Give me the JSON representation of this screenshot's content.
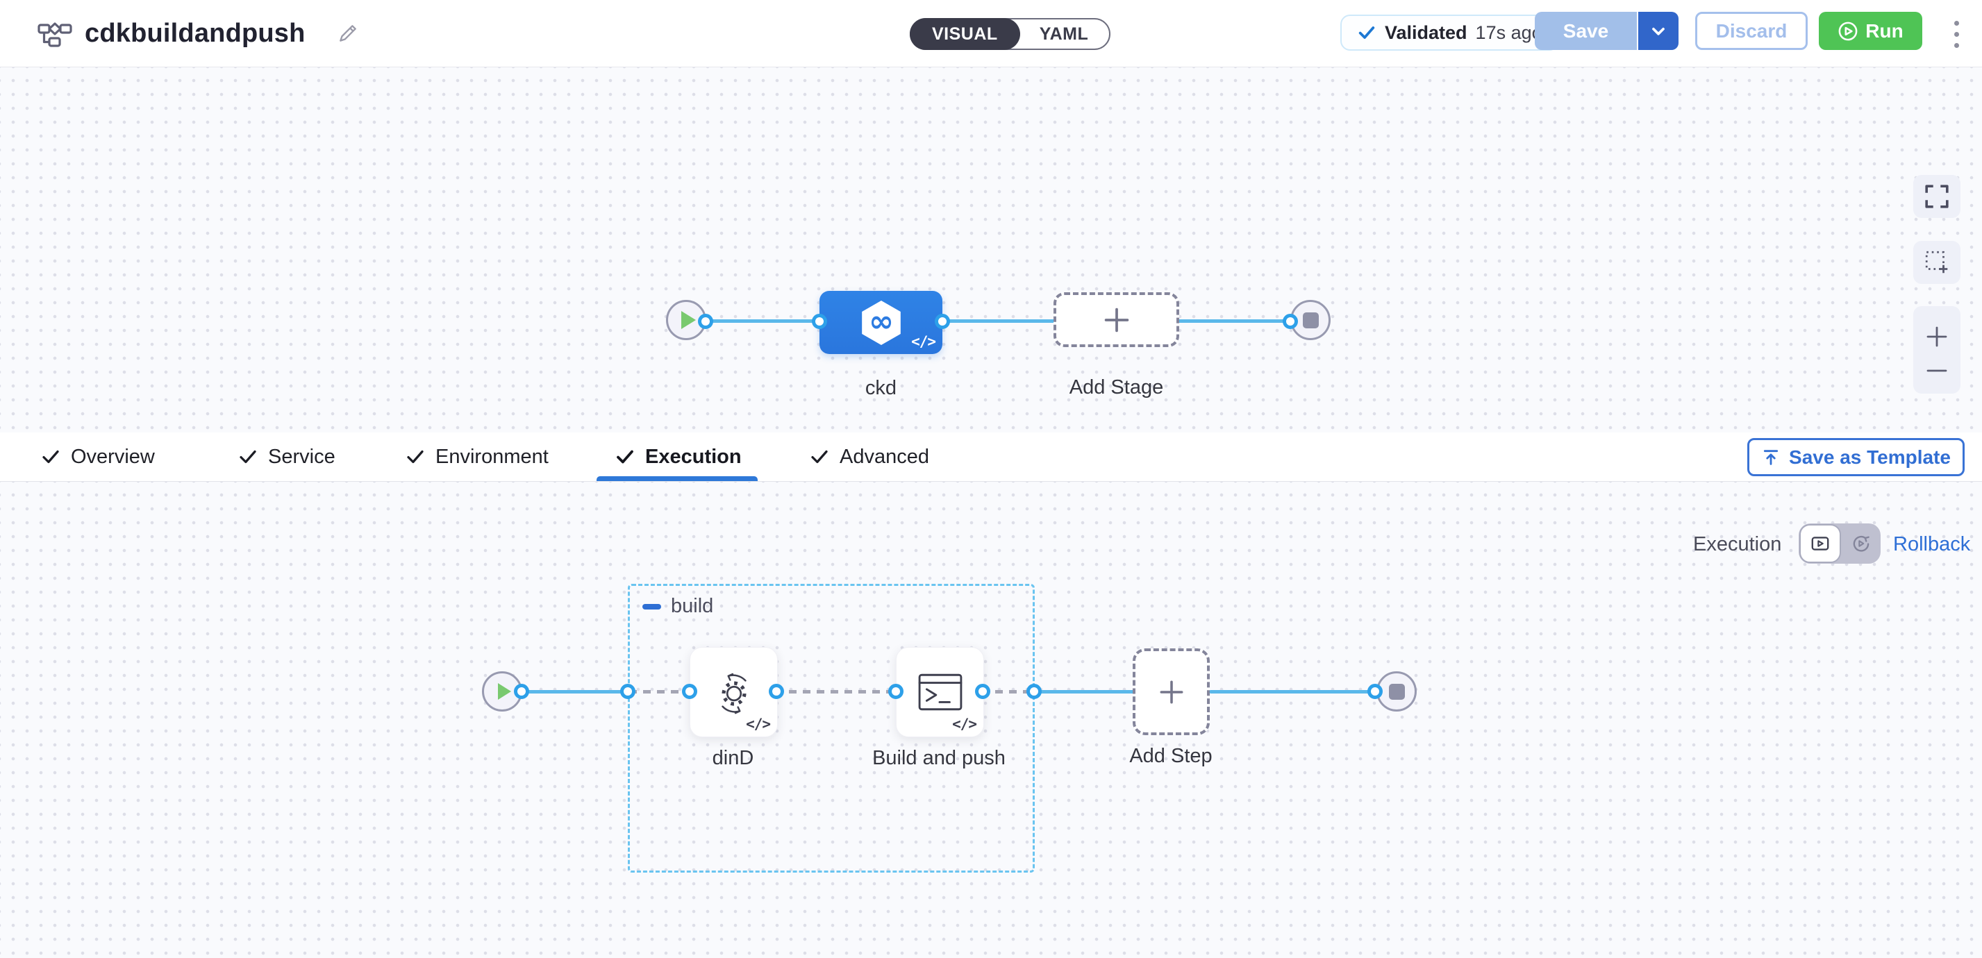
{
  "header": {
    "title": "cdkbuildandpush",
    "mode_toggle": {
      "visual": "VISUAL",
      "yaml": "YAML",
      "active": "VISUAL"
    },
    "validation": {
      "status": "Validated",
      "time": "17s ago"
    },
    "buttons": {
      "save": "Save",
      "discard": "Discard",
      "run": "Run"
    }
  },
  "pipeline_canvas": {
    "stage": {
      "name": "ckd",
      "code_badge": "</>"
    },
    "add_stage_label": "Add Stage"
  },
  "tabs": {
    "items": [
      {
        "label": "Overview",
        "completed": true,
        "active": false
      },
      {
        "label": "Service",
        "completed": true,
        "active": false
      },
      {
        "label": "Environment",
        "completed": true,
        "active": false
      },
      {
        "label": "Execution",
        "completed": true,
        "active": true
      },
      {
        "label": "Advanced",
        "completed": true,
        "active": false
      }
    ],
    "save_as_template_label": "Save as Template"
  },
  "execution_panel": {
    "mode_label": "Execution",
    "rollback_label": "Rollback",
    "group": {
      "name": "build",
      "steps": [
        {
          "label": "dinD",
          "icon": "gear-sync-icon",
          "code_badge": "</>"
        },
        {
          "label": "Build and push",
          "icon": "terminal-icon",
          "code_badge": "</>"
        }
      ],
      "add_step_label": "Add Step"
    }
  },
  "icons": {
    "infinity": "∞",
    "code_badge": "</>"
  },
  "colors": {
    "primary_blue": "#3166ca",
    "link_blue": "#2e6fd4",
    "run_green": "#4fc455",
    "stage_node_blue": "#2d7ce1",
    "edge_blue": "#5ab8ea",
    "port_blue": "#2da0e9",
    "validated_check_blue": "#1d78d3",
    "tab_underline": "#2e78d8",
    "group_border": "#6ac4f0"
  }
}
